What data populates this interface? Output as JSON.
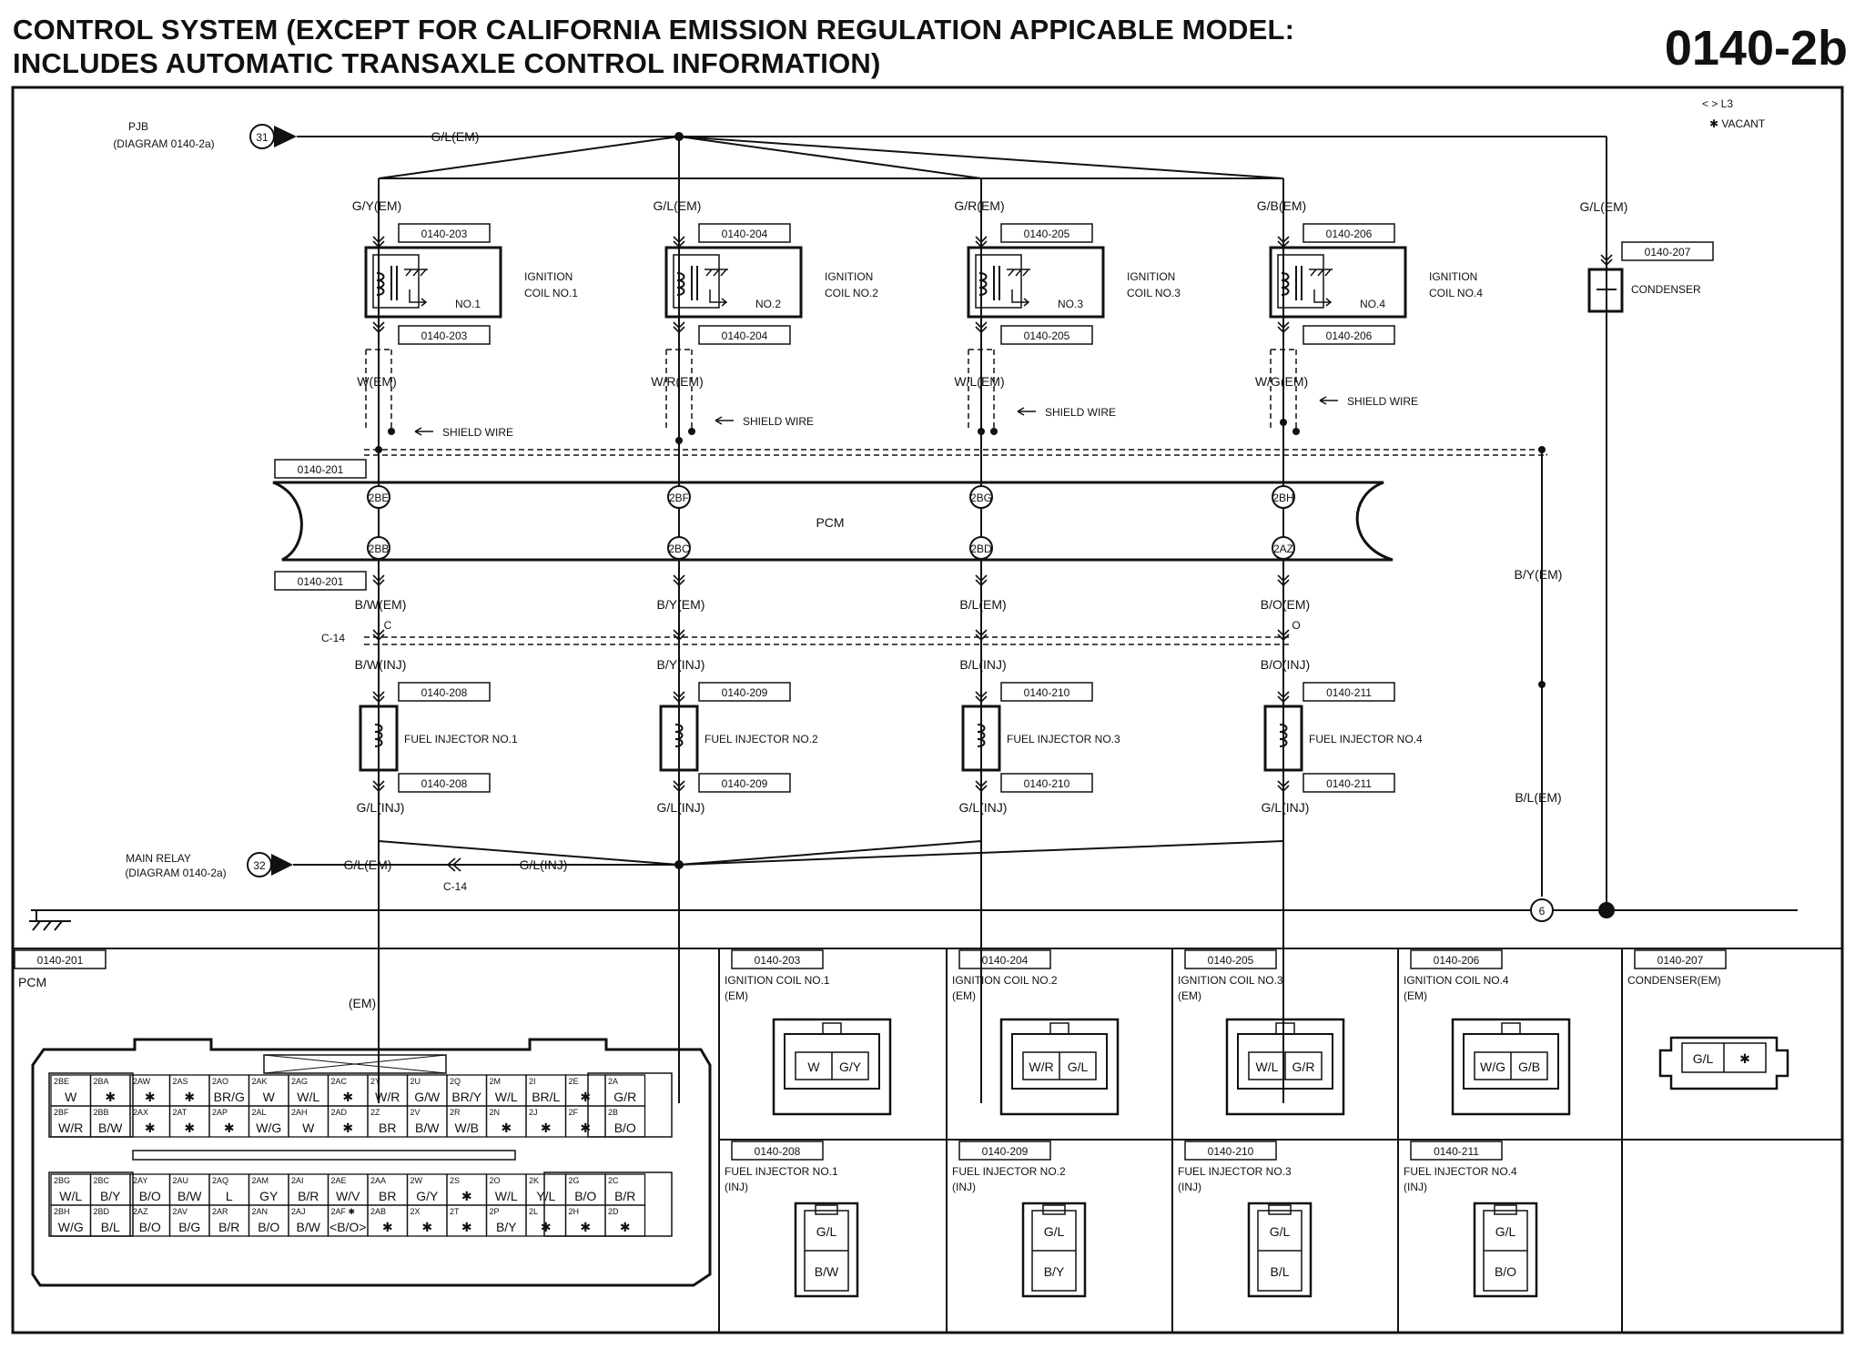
{
  "header": {
    "title_line1": "CONTROL SYSTEM (EXCEPT FOR CALIFORNIA EMISSION REGULATION APPICABLE MODEL:",
    "title_line2": "INCLUDES AUTOMATIC TRANSAXLE CONTROL INFORMATION)",
    "page_code": "0140-2b"
  },
  "legend": {
    "l3": "< > L3",
    "vacant": "✱ VACANT"
  },
  "pjb": {
    "label": "PJB",
    "diagram": "(DIAGRAM 0140-2a)",
    "circle": "31",
    "wire": "G/L(EM)"
  },
  "main_relay": {
    "label": "MAIN RELAY",
    "diagram": "(DIAGRAM 0140-2a)",
    "circle": "32",
    "wire_em": "G/L(EM)",
    "wire_inj": "G/L(INJ)",
    "connector": "C-14"
  },
  "coils": [
    {
      "top_wire": "G/Y(EM)",
      "ref_top": "0140-203",
      "ref_bottom": "0140-203",
      "name1": "IGNITION",
      "name2": "COIL NO.1",
      "no": "NO.1",
      "out_wire": "W(EM)",
      "shield": "SHIELD WIRE",
      "pcm_pin": "2BE"
    },
    {
      "top_wire": "G/L(EM)",
      "ref_top": "0140-204",
      "ref_bottom": "0140-204",
      "name1": "IGNITION",
      "name2": "COIL NO.2",
      "no": "NO.2",
      "out_wire": "W/R(EM)",
      "shield": "SHIELD WIRE",
      "pcm_pin": "2BF"
    },
    {
      "top_wire": "G/R(EM)",
      "ref_top": "0140-205",
      "ref_bottom": "0140-205",
      "name1": "IGNITION",
      "name2": "COIL NO.3",
      "no": "NO.3",
      "out_wire": "W/L(EM)",
      "shield": "SHIELD WIRE",
      "pcm_pin": "2BG"
    },
    {
      "top_wire": "G/B(EM)",
      "ref_top": "0140-206",
      "ref_bottom": "0140-206",
      "name1": "IGNITION",
      "name2": "COIL NO.4",
      "no": "NO.4",
      "out_wire": "W/G(EM)",
      "shield": "SHIELD WIRE",
      "pcm_pin": "2BH"
    }
  ],
  "condenser": {
    "top_wire": "G/L(EM)",
    "ref": "0140-207",
    "name": "CONDENSER"
  },
  "pcm": {
    "ref_top": "0140-201",
    "ref_bottom": "0140-201",
    "label": "PCM"
  },
  "injectors": [
    {
      "pcm_pin": "2BB",
      "em_wire": "B/W(EM)",
      "inj_wire": "B/W(INJ)",
      "ref_top": "0140-208",
      "ref_bottom": "0140-208",
      "name": "FUEL INJECTOR NO.1",
      "out_wire": "G/L(INJ)"
    },
    {
      "pcm_pin": "2BC",
      "em_wire": "B/Y(EM)",
      "inj_wire": "B/Y(INJ)",
      "ref_top": "0140-209",
      "ref_bottom": "0140-209",
      "name": "FUEL INJECTOR NO.2",
      "out_wire": "G/L(INJ)"
    },
    {
      "pcm_pin": "2BD",
      "em_wire": "B/L(EM)",
      "inj_wire": "B/L(INJ)",
      "ref_top": "0140-210",
      "ref_bottom": "0140-210",
      "name": "FUEL INJECTOR NO.3",
      "out_wire": "G/L(INJ)"
    },
    {
      "pcm_pin": "2AZ",
      "em_wire": "B/O(EM)",
      "inj_wire": "B/O(INJ)",
      "ref_top": "0140-211",
      "ref_bottom": "0140-211",
      "name": "FUEL INJECTOR NO.4",
      "out_wire": "G/L(INJ)"
    }
  ],
  "c14": {
    "label": "C-14",
    "mark_c": "C",
    "mark_o": "O"
  },
  "right_wires": {
    "by": "B/Y(EM)",
    "bl": "B/L(EM)"
  },
  "ground": {
    "circle": "6"
  },
  "pcm_panel": {
    "ref": "0140-201",
    "title": "PCM",
    "harness": "(EM)",
    "top_rows": [
      [
        {
          "pin": "2BE",
          "val": "W"
        },
        {
          "pin": "2BA",
          "val": "✱"
        },
        {
          "pin": "2AW",
          "val": "✱"
        },
        {
          "pin": "2AS",
          "val": "✱"
        },
        {
          "pin": "2AO",
          "val": "BR/G"
        },
        {
          "pin": "2AK",
          "val": "W"
        },
        {
          "pin": "2AG",
          "val": "W/L"
        },
        {
          "pin": "2AC",
          "val": "✱"
        },
        {
          "pin": "2Y",
          "val": "W/R"
        },
        {
          "pin": "2U",
          "val": "G/W"
        },
        {
          "pin": "2Q",
          "val": "BR/Y"
        },
        {
          "pin": "2M",
          "val": "W/L"
        },
        {
          "pin": "2I",
          "val": "BR/L"
        },
        {
          "pin": "2E",
          "val": "✱"
        },
        {
          "pin": "2A",
          "val": "G/R"
        }
      ],
      [
        {
          "pin": "2BF",
          "val": "W/R"
        },
        {
          "pin": "2BB",
          "val": "B/W"
        },
        {
          "pin": "2AX",
          "val": "✱"
        },
        {
          "pin": "2AT",
          "val": "✱"
        },
        {
          "pin": "2AP",
          "val": "✱"
        },
        {
          "pin": "2AL",
          "val": "W/G"
        },
        {
          "pin": "2AH",
          "val": "W"
        },
        {
          "pin": "2AD",
          "val": "✱"
        },
        {
          "pin": "2Z",
          "val": "BR"
        },
        {
          "pin": "2V",
          "val": "B/W"
        },
        {
          "pin": "2R",
          "val": "W/B"
        },
        {
          "pin": "2N",
          "val": "✱"
        },
        {
          "pin": "2J",
          "val": "✱"
        },
        {
          "pin": "2F",
          "val": "✱"
        },
        {
          "pin": "2B",
          "val": "B/O"
        }
      ]
    ],
    "bottom_rows": [
      [
        {
          "pin": "2BG",
          "val": "W/L"
        },
        {
          "pin": "2BC",
          "val": "B/Y"
        },
        {
          "pin": "2AY",
          "val": "B/O"
        },
        {
          "pin": "2AU",
          "val": "B/W"
        },
        {
          "pin": "2AQ",
          "val": "L"
        },
        {
          "pin": "2AM",
          "val": "GY"
        },
        {
          "pin": "2AI",
          "val": "B/R"
        },
        {
          "pin": "2AE",
          "val": "W/V"
        },
        {
          "pin": "2AA",
          "val": "BR"
        },
        {
          "pin": "2W",
          "val": "G/Y"
        },
        {
          "pin": "2S",
          "val": "✱"
        },
        {
          "pin": "2O",
          "val": "W/L"
        },
        {
          "pin": "2K",
          "val": "Y/L"
        },
        {
          "pin": "2G",
          "val": "B/O"
        },
        {
          "pin": "2C",
          "val": "B/R"
        }
      ],
      [
        {
          "pin": "2BH",
          "val": "W/G"
        },
        {
          "pin": "2BD",
          "val": "B/L"
        },
        {
          "pin": "2AZ",
          "val": "B/O"
        },
        {
          "pin": "2AV",
          "val": "B/G"
        },
        {
          "pin": "2AR",
          "val": "B/R"
        },
        {
          "pin": "2AN",
          "val": "B/O"
        },
        {
          "pin": "2AJ",
          "val": "B/W"
        },
        {
          "pin": "2AF ✱",
          "val": "<B/O>"
        },
        {
          "pin": "2AB",
          "val": "✱"
        },
        {
          "pin": "2X",
          "val": "✱"
        },
        {
          "pin": "2T",
          "val": "✱"
        },
        {
          "pin": "2P",
          "val": "B/Y"
        },
        {
          "pin": "2L",
          "val": "✱"
        },
        {
          "pin": "2H",
          "val": "✱"
        },
        {
          "pin": "2D",
          "val": "✱"
        }
      ]
    ]
  },
  "connector_panels": [
    {
      "ref": "0140-203",
      "line1": "IGNITION COIL NO.1",
      "line2": "(EM)",
      "pins": [
        "W",
        "G/Y"
      ]
    },
    {
      "ref": "0140-204",
      "line1": "IGNITION COIL NO.2",
      "line2": "(EM)",
      "pins": [
        "W/R",
        "G/L"
      ]
    },
    {
      "ref": "0140-205",
      "line1": "IGNITION COIL NO.3",
      "line2": "(EM)",
      "pins": [
        "W/L",
        "G/R"
      ]
    },
    {
      "ref": "0140-206",
      "line1": "IGNITION COIL NO.4",
      "line2": "(EM)",
      "pins": [
        "W/G",
        "G/B"
      ]
    },
    {
      "ref": "0140-207",
      "line1": "CONDENSER(EM)",
      "line2": "",
      "pins": [
        "G/L",
        "✱"
      ]
    },
    {
      "ref": "0140-208",
      "line1": "FUEL INJECTOR NO.1",
      "line2": "(INJ)",
      "pins": [
        "G/L",
        "B/W"
      ]
    },
    {
      "ref": "0140-209",
      "line1": "FUEL INJECTOR NO.2",
      "line2": "(INJ)",
      "pins": [
        "G/L",
        "B/Y"
      ]
    },
    {
      "ref": "0140-210",
      "line1": "FUEL INJECTOR NO.3",
      "line2": "(INJ)",
      "pins": [
        "G/L",
        "B/L"
      ]
    },
    {
      "ref": "0140-211",
      "line1": "FUEL INJECTOR NO.4",
      "line2": "(INJ)",
      "pins": [
        "G/L",
        "B/O"
      ]
    }
  ]
}
